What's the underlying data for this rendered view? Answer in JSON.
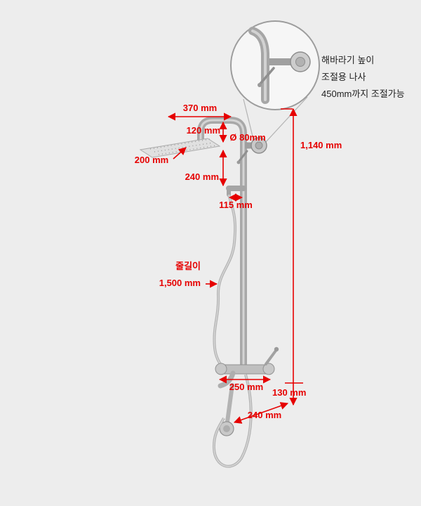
{
  "meta": {
    "background": "#ededed",
    "accent_red": "#e60000",
    "steel_gray": "#a8a8a8"
  },
  "callout": {
    "line1": "해바라기 높이",
    "line2": "조절용 나사",
    "line3": "450mm까지 조절가능"
  },
  "labels": {
    "top_arm_width": "370 mm",
    "head_drop": "120 mm",
    "flange_diameter": "Ø 80mm",
    "head_size": "200 mm",
    "riser_gap": "240 mm",
    "bracket_offset": "115 mm",
    "total_height": "1,140 mm",
    "hose_title": "줄길이",
    "hose_length": "1,500 mm",
    "mixer_width": "250 mm",
    "spout_drop": "130 mm",
    "spout_reach": "240 mm"
  }
}
